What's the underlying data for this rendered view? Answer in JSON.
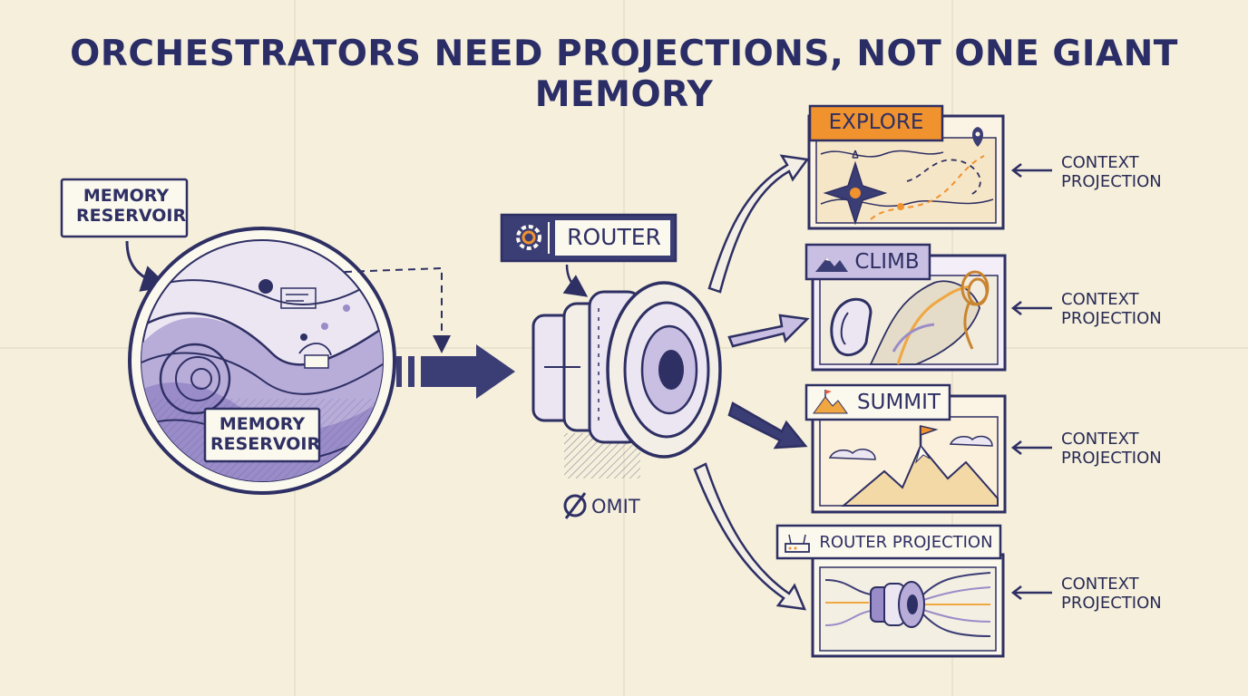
{
  "title": "ORCHESTRATORS NEED PROJECTIONS, NOT ONE GIANT MEMORY",
  "reservoir": {
    "top_label": [
      "MEMORY",
      "RESERVOIR"
    ],
    "inner_label": [
      "MEMORY",
      "RESERVOIR"
    ]
  },
  "router": {
    "label": "ROUTER",
    "omit_label": "OMIT"
  },
  "stages": [
    {
      "label": "EXPLORE",
      "context": [
        "CONTEXT",
        "PROJECTION"
      ]
    },
    {
      "label": "CLIMB",
      "context": [
        "CONTEXT",
        "PROJECTION"
      ]
    },
    {
      "label": "SUMMIT",
      "context": [
        "CONTEXT",
        "PROJECTION"
      ]
    },
    {
      "label": "ROUTER PROJECTION",
      "context": [
        "CONTEXT",
        "PROJECTION"
      ]
    }
  ],
  "colors": {
    "ink": "#2e2f63",
    "background": "#f5efdc",
    "explore_accent": "#f0922e",
    "climb_accent": "#bfa6e0",
    "summit_accent": "#f0a741",
    "router_tag_bg": "#3b3d75",
    "reservoir_purple": "#9a8cc8"
  },
  "icons": [
    "compass-icon",
    "gear-icon",
    "mountain-icon",
    "carabiner-icon",
    "rope-icon",
    "flag-icon",
    "router-icon",
    "location-pin-icon",
    "omit-icon"
  ]
}
